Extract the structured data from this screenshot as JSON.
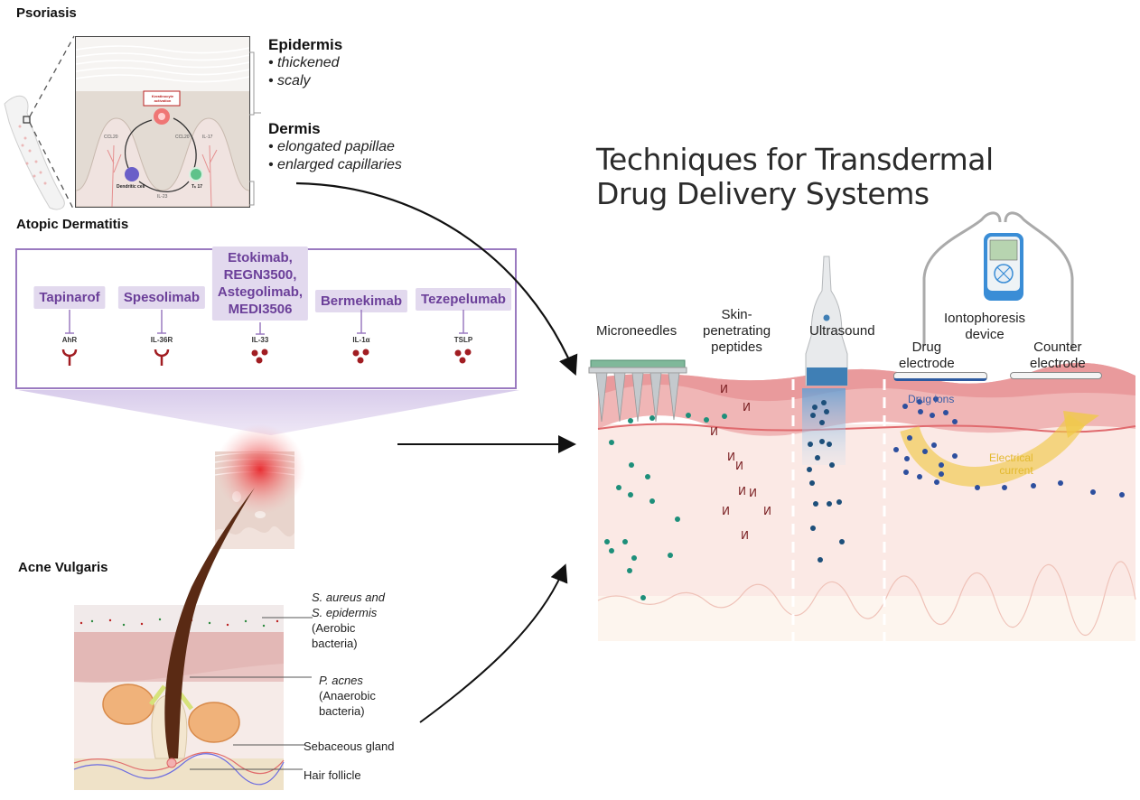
{
  "psoriasis": {
    "title": "Psoriasis",
    "inset_labels": {
      "keratinocyte": "Keratinocyte activation",
      "ccl20_left": "CCL20",
      "ccl20_right": "CCL20",
      "il17": "IL-17",
      "il23": "IL-23",
      "dendritic_cell": "Dendritic cell",
      "th17": "Tₕ 17"
    },
    "epidermis": {
      "title": "Epidermis",
      "items": [
        "• thickened",
        "• scaly"
      ]
    },
    "dermis": {
      "title": "Dermis",
      "items": [
        "• elongated papillae",
        "• enlarged capillaries"
      ]
    }
  },
  "atopic_dermatitis": {
    "title": "Atopic Dermatitis",
    "drugs": [
      {
        "name": "Tapinarof",
        "target": "AhR",
        "target_shape": "receptor"
      },
      {
        "name": "Spesolimab",
        "target": "IL-36R",
        "target_shape": "receptor"
      },
      {
        "name": "Etokimab,\nREGN3500,\nAstegolimab,\nMEDI3506",
        "target": "IL-33",
        "target_shape": "cytokine"
      },
      {
        "name": "Bermekimab",
        "target": "IL-1α",
        "target_shape": "cytokine"
      },
      {
        "name": "Tezepelumab",
        "target": "TSLP",
        "target_shape": "cytokine"
      }
    ]
  },
  "acne": {
    "title": "Acne Vulgaris",
    "labels": {
      "aerobic_species": "S. aureus and\nS. epidermis",
      "aerobic_note": "(Aerobic\nbacteria)",
      "anaerobic_species": "P. acnes",
      "anaerobic_note": "(Anaerobic\nbacteria)",
      "sebaceous": "Sebaceous gland",
      "follicle": "Hair follicle"
    }
  },
  "techniques": {
    "title_line1": "Techniques for Transdermal",
    "title_line2": "Drug Delivery Systems",
    "microneedles": "Microneedles",
    "peptides": "Skin-\npenetrating\npeptides",
    "ultrasound": "Ultrasound",
    "iontophoresis_device": "Iontophoresis\ndevice",
    "drug_electrode": "Drug\nelectrode",
    "counter_electrode": "Counter\nelectrode",
    "drug_ions": "Drug ions",
    "electrical_current": "Electrical\ncurrent"
  },
  "colors": {
    "drug_purple": "#6b3f99",
    "drug_box_bg": "#e2d9ee",
    "frame_purple": "#9a7ac0",
    "skin_epidermis": "#efb3b3",
    "skin_dermis": "#fbe9e5",
    "teal_particles": "#1d8f7a",
    "ultrasound_particles": "#1d4f7a",
    "ion_particles": "#2d4f9e",
    "current_arrow": "#f0c94a",
    "cytokine_red": "#a11d22"
  }
}
